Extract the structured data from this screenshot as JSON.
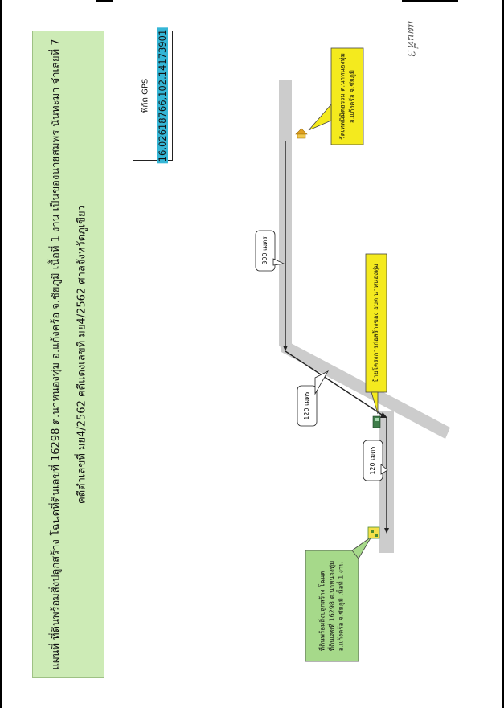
{
  "header_note": "แผนที่ 3",
  "title": {
    "line1": "แผนที่ ที่ดินพร้อมสิ่งปลูกสร้าง โฉนดที่ดินเลขที่ 16298 ต.นาหนองทุ่ม อ.แก้งคร้อ จ.ชัยภูมิ เนื้อที่ 1 งาน เป็นของนายสมพร นันทะมา จำเลยที่ 7",
    "line2": "คดีดำเลขที่ มย4/2562 คดีแดงเลขที่ มย4/2562 ศาลจังหวัดภูเขียว"
  },
  "gps": {
    "label": "พิกัด GPS",
    "value": "16.02618766,102.14173901"
  },
  "callouts": {
    "temple": "วัดเทพนิมิตธรรม ต.นาหนองทุ่ม\nอ.แก้งคร้อ จ.ชัยภูมิ",
    "sign": "ป้ายโครงการก่อสร้างของ อบต.นาหนองทุ่ม",
    "property": "ที่ดินพร้อมสิ่งปลูกสร้าง โฉนด\nที่ดินเลขที่ 16298 ต.นาหนองทุ่ม\nอ.แก้งคร้อ จ.ชัยภูมิ เนื้อที่ 1 งาน"
  },
  "distances": {
    "d1": "300 เมตร",
    "d2": "120 เมตร",
    "d3": "120 เมตร"
  },
  "colors": {
    "title_bg": "#cdebb6",
    "gps_highlight": "#35b6d6",
    "yellow_callout": "#f4ea1e",
    "green_callout": "#a6d98a",
    "road": "#cccccc"
  },
  "icons": {
    "temple": "temple-icon",
    "sign": "sign-icon",
    "house": "house-icon"
  }
}
